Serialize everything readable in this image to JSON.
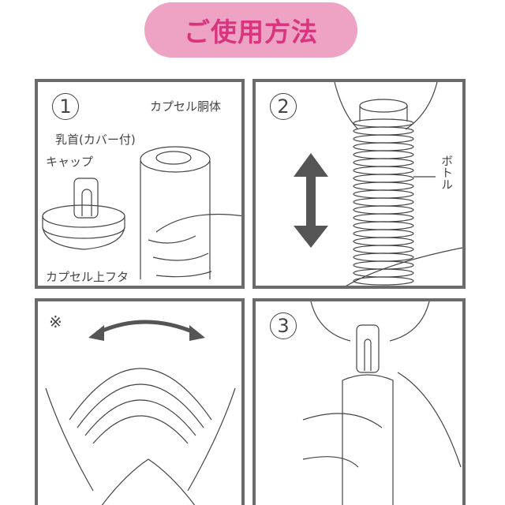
{
  "header": {
    "title": "ご使用方法"
  },
  "steps": [
    {
      "number": "1",
      "labels": {
        "body": "カプセル胴体",
        "nipple": "乳首(カバー付)",
        "cap": "キャップ",
        "lid": "カプセル上フタ"
      }
    },
    {
      "number": "2",
      "labels": {
        "bottle": "ボトル"
      }
    },
    {
      "number": "※"
    },
    {
      "number": "3"
    }
  ],
  "colors": {
    "pill": "#eea2c4",
    "pill_text": "#d9357f",
    "border": "#6b6b6b",
    "arrow": "#555555"
  }
}
